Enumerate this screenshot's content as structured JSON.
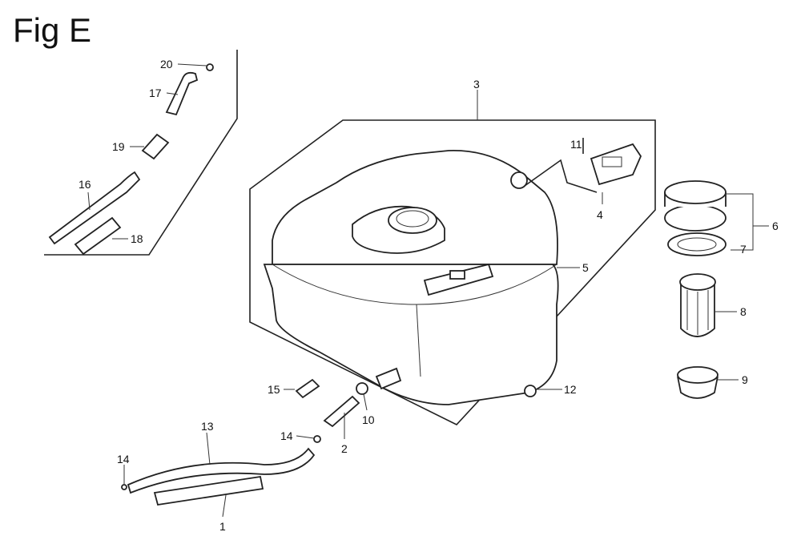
{
  "figure": {
    "title": "Fig E"
  },
  "callouts": {
    "c1": "1",
    "c2": "2",
    "c3": "3",
    "c4": "4",
    "c5": "5",
    "c6": "6",
    "c7": "7",
    "c8": "8",
    "c9": "9",
    "c10": "10",
    "c11": "11",
    "c12": "12",
    "c13": "13",
    "c14a": "14",
    "c14b": "14",
    "c15": "15",
    "c16": "16",
    "c17": "17",
    "c18": "18",
    "c19": "19",
    "c20": "20"
  }
}
